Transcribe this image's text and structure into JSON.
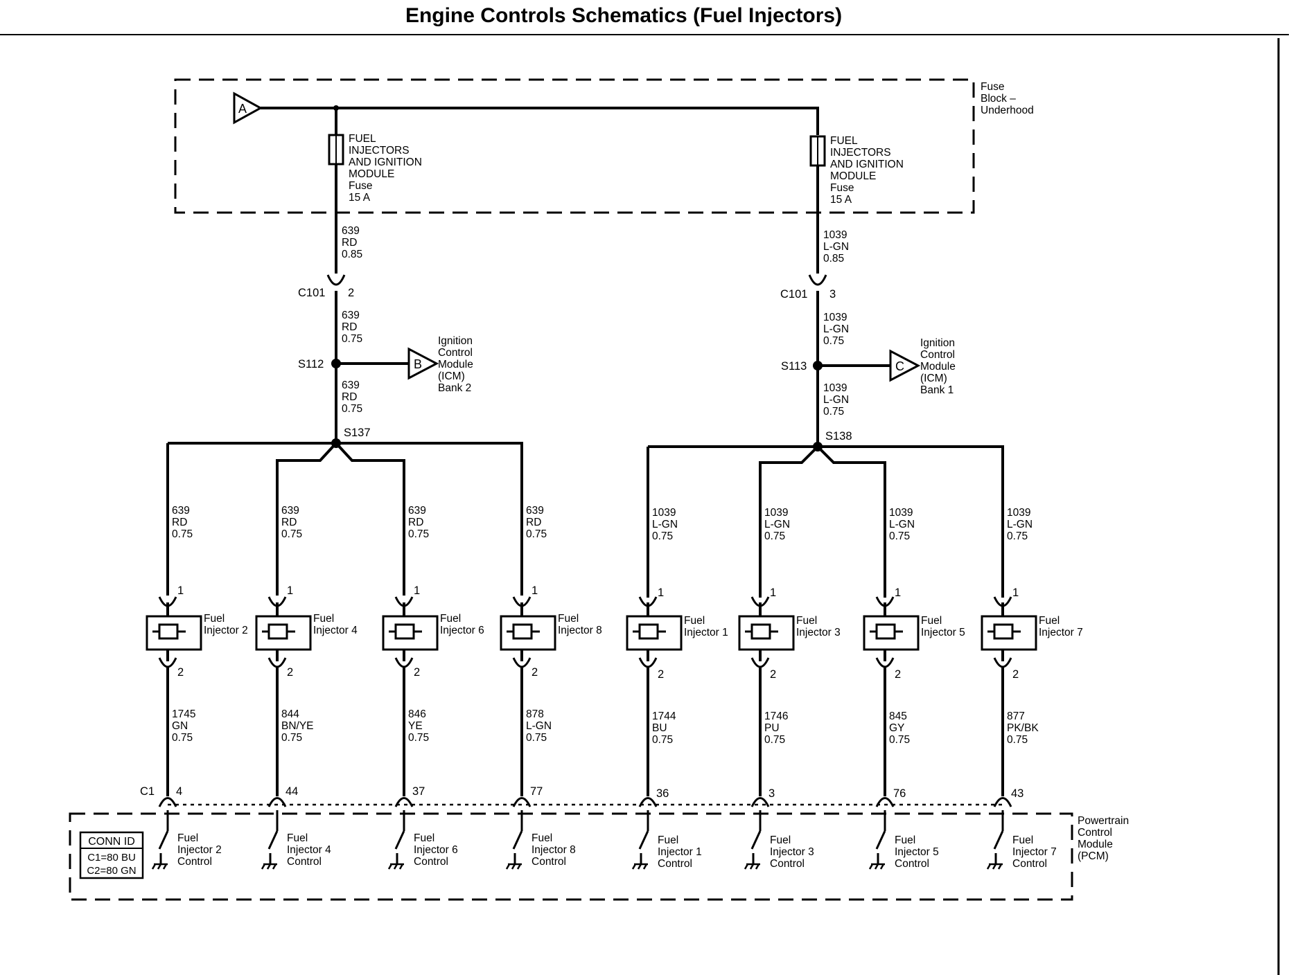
{
  "title": "Engine Controls Schematics (Fuel Injectors)",
  "input_A": "A",
  "fuse_block_label": [
    "Fuse",
    "Block –",
    "Underhood"
  ],
  "fuse_left": [
    "FUEL",
    "INJECTORS",
    "AND IGNITION",
    "MODULE",
    "Fuse",
    "15 A"
  ],
  "fuse_right": [
    "FUEL",
    "INJECTORS",
    "AND IGNITION",
    "MODULE",
    "Fuse",
    "15 A"
  ],
  "wire_left_top": [
    "639",
    "RD",
    "0.85"
  ],
  "wire_right_top": [
    "1039",
    "L-GN",
    "0.85"
  ],
  "conn_left": {
    "name": "C101",
    "pin": "2"
  },
  "conn_right": {
    "name": "C101",
    "pin": "3"
  },
  "wire_left_mid": [
    "639",
    "RD",
    "0.75"
  ],
  "wire_right_mid": [
    "1039",
    "L-GN",
    "0.75"
  ],
  "splice_left": "S112",
  "splice_right": "S113",
  "icm_left": {
    "letter": "B",
    "label": [
      "Ignition",
      "Control",
      "Module",
      "(ICM)",
      "Bank 2"
    ]
  },
  "icm_right": {
    "letter": "C",
    "label": [
      "Ignition",
      "Control",
      "Module",
      "(ICM)",
      "Bank 1"
    ]
  },
  "wire_left_low": [
    "639",
    "RD",
    "0.75"
  ],
  "wire_right_low": [
    "1039",
    "L-GN",
    "0.75"
  ],
  "splice_left_low": "S137",
  "splice_right_low": "S138",
  "pcm_conn_label": "C1",
  "pcm_label": [
    "Powertrain",
    "Control",
    "Module",
    "(PCM)"
  ],
  "conn_id": {
    "header": "CONN ID",
    "rows": [
      "C1=80 BU",
      "C2=80 GN"
    ]
  },
  "injectors": [
    {
      "name": [
        "Fuel",
        "Injector 2"
      ],
      "pin_top": "1",
      "pin_bot": "2",
      "feed": [
        "639",
        "RD",
        "0.75"
      ],
      "ctrl": [
        "1745",
        "GN",
        "0.75"
      ],
      "pcm_pin": "4",
      "pcm_label": [
        "Fuel",
        "Injector 2",
        "Control"
      ]
    },
    {
      "name": [
        "Fuel",
        "Injector 4"
      ],
      "pin_top": "1",
      "pin_bot": "2",
      "feed": [
        "639",
        "RD",
        "0.75"
      ],
      "ctrl": [
        "844",
        "BN/YE",
        "0.75"
      ],
      "pcm_pin": "44",
      "pcm_label": [
        "Fuel",
        "Injector 4",
        "Control"
      ]
    },
    {
      "name": [
        "Fuel",
        "Injector 6"
      ],
      "pin_top": "1",
      "pin_bot": "2",
      "feed": [
        "639",
        "RD",
        "0.75"
      ],
      "ctrl": [
        "846",
        "YE",
        "0.75"
      ],
      "pcm_pin": "37",
      "pcm_label": [
        "Fuel",
        "Injector 6",
        "Control"
      ]
    },
    {
      "name": [
        "Fuel",
        "Injector 8"
      ],
      "pin_top": "1",
      "pin_bot": "2",
      "feed": [
        "639",
        "RD",
        "0.75"
      ],
      "ctrl": [
        "878",
        "L-GN",
        "0.75"
      ],
      "pcm_pin": "77",
      "pcm_label": [
        "Fuel",
        "Injector 8",
        "Control"
      ]
    },
    {
      "name": [
        "Fuel",
        "Injector 1"
      ],
      "pin_top": "1",
      "pin_bot": "2",
      "feed": [
        "1039",
        "L-GN",
        "0.75"
      ],
      "ctrl": [
        "1744",
        "BU",
        "0.75"
      ],
      "pcm_pin": "36",
      "pcm_label": [
        "Fuel",
        "Injector 1",
        "Control"
      ]
    },
    {
      "name": [
        "Fuel",
        "Injector 3"
      ],
      "pin_top": "1",
      "pin_bot": "2",
      "feed": [
        "1039",
        "L-GN",
        "0.75"
      ],
      "ctrl": [
        "1746",
        "PU",
        "0.75"
      ],
      "pcm_pin": "3",
      "pcm_label": [
        "Fuel",
        "Injector 3",
        "Control"
      ]
    },
    {
      "name": [
        "Fuel",
        "Injector 5"
      ],
      "pin_top": "1",
      "pin_bot": "2",
      "feed": [
        "1039",
        "L-GN",
        "0.75"
      ],
      "ctrl": [
        "845",
        "GY",
        "0.75"
      ],
      "pcm_pin": "76",
      "pcm_label": [
        "Fuel",
        "Injector 5",
        "Control"
      ]
    },
    {
      "name": [
        "Fuel",
        "Injector 7"
      ],
      "pin_top": "1",
      "pin_bot": "2",
      "feed": [
        "1039",
        "L-GN",
        "0.75"
      ],
      "ctrl": [
        "877",
        "PK/BK",
        "0.75"
      ],
      "pcm_pin": "43",
      "pcm_label": [
        "Fuel",
        "Injector 7",
        "Control"
      ]
    }
  ]
}
